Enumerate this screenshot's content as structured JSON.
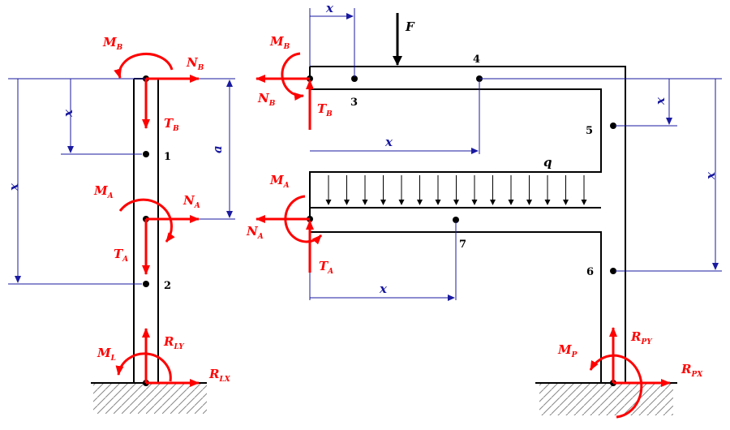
{
  "colors": {
    "structure": "#000000",
    "forces": "#ff0000",
    "dimensions": "#1a1aa0"
  },
  "labels": {
    "F": "F",
    "q": "q",
    "x": "x",
    "a": "a",
    "MB": {
      "main": "M",
      "sub": "B"
    },
    "NB": {
      "main": "N",
      "sub": "B"
    },
    "TB": {
      "main": "T",
      "sub": "B"
    },
    "MA": {
      "main": "M",
      "sub": "A"
    },
    "NA": {
      "main": "N",
      "sub": "A"
    },
    "TA": {
      "main": "T",
      "sub": "A"
    },
    "ML": {
      "main": "M",
      "sub": "L"
    },
    "RLY": {
      "main": "R",
      "sub": "LY"
    },
    "RLX": {
      "main": "R",
      "sub": "LX"
    },
    "MP": {
      "main": "M",
      "sub": "P"
    },
    "RPY": {
      "main": "R",
      "sub": "PY"
    },
    "RPX": {
      "main": "R",
      "sub": "PX"
    }
  },
  "points": {
    "p1": "1",
    "p2": "2",
    "p3": "3",
    "p4": "4",
    "p5": "5",
    "p6": "6",
    "p7": "7"
  }
}
